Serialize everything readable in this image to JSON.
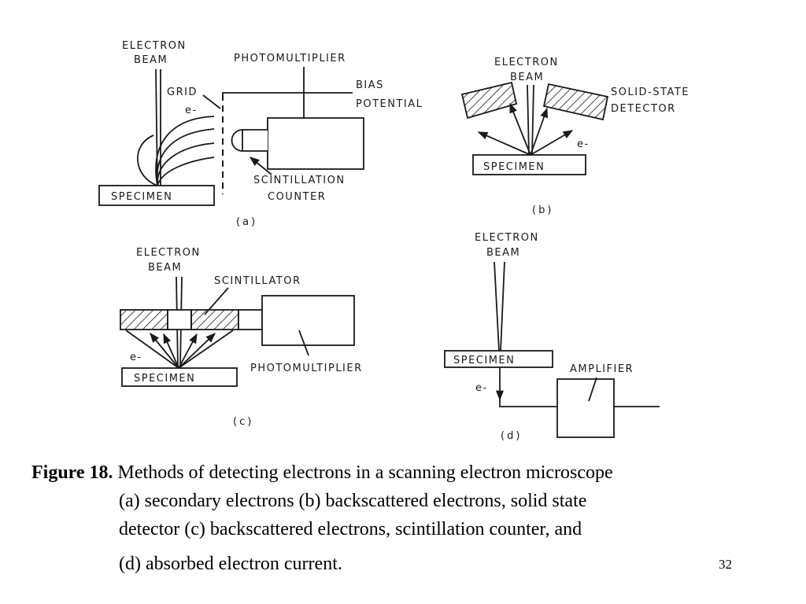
{
  "panel_a": {
    "electron_beam_line1": "ELECTRON",
    "electron_beam_line2": "BEAM",
    "grid": "GRID",
    "e_minus": "e-",
    "photomultiplier": "PHOTOMULTIPLIER",
    "bias_line1": "BIAS",
    "bias_line2": "POTENTIAL",
    "scint_line1": "SCINTILLATION",
    "scint_line2": "COUNTER",
    "specimen": "SPECIMEN",
    "label": "(a)"
  },
  "panel_b": {
    "electron_beam_line1": "ELECTRON",
    "electron_beam_line2": "BEAM",
    "ssd_line1": "SOLID-STATE",
    "ssd_line2": "DETECTOR",
    "e_minus": "e-",
    "specimen": "SPECIMEN",
    "label": "(b)"
  },
  "panel_c": {
    "electron_beam_line1": "ELECTRON",
    "electron_beam_line2": "BEAM",
    "scintillator": "SCINTILLATOR",
    "e_minus": "e-",
    "specimen": "SPECIMEN",
    "photomultiplier": "PHOTOMULTIPLIER",
    "label": "(c)"
  },
  "panel_d": {
    "electron_beam_line1": "ELECTRON",
    "electron_beam_line2": "BEAM",
    "specimen": "SPECIMEN",
    "amplifier": "AMPLIFIER",
    "e_minus": "e-",
    "label": "(d)"
  },
  "caption": {
    "heading": "Figure 18.",
    "line1": "Methods of detecting electrons in a scanning electron microscope",
    "line2": "(a) secondary electrons (b) backscattered electrons, solid state",
    "line3": "detector (c) backscattered electrons, scintillation counter, and",
    "line4": "(d) absorbed electron current."
  },
  "page_number": "32"
}
